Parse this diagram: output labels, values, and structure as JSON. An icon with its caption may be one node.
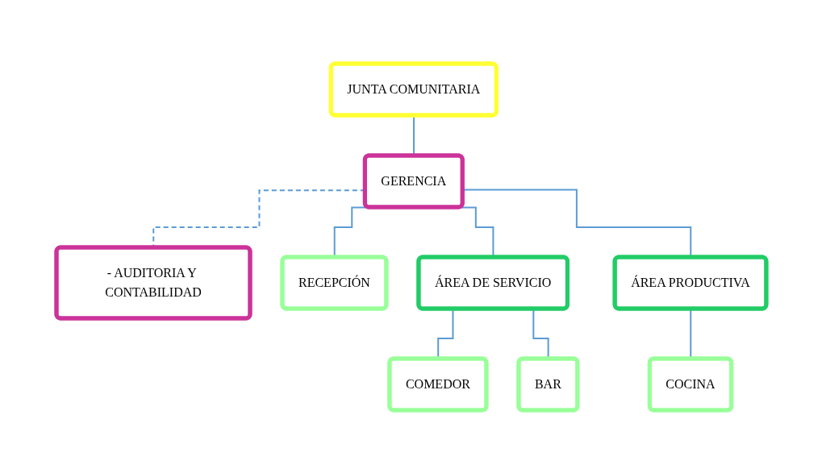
{
  "diagram": {
    "nodes": [
      {
        "text": [
          "JUNTA COMUNITARIA"
        ]
      },
      {
        "text": [
          "GERENCIA"
        ]
      },
      {
        "text": [
          "- AUDITORIA Y CONTABILIDAD"
        ]
      },
      {
        "text": [
          "RECEPCIÓN"
        ]
      },
      {
        "text": [
          "ÁREA DE SERVICIO"
        ]
      },
      {
        "text": [
          "ÁREA PRODUCTIVA"
        ]
      },
      {
        "text": [
          "COMEDOR"
        ]
      },
      {
        "text": [
          "BAR"
        ]
      },
      {
        "text": [
          "COCINA"
        ]
      }
    ],
    "edges": [
      {
        "from": 0,
        "to": 1,
        "arrow": "none"
      },
      {
        "from": 1,
        "to": 2,
        "arrow": "none",
        "style": "dashed"
      },
      {
        "from": 1,
        "to": 3,
        "arrow": "none"
      },
      {
        "from": 1,
        "to": 4,
        "arrow": "none"
      },
      {
        "from": 1,
        "to": 5,
        "arrow": "none"
      },
      {
        "from": 4,
        "to": 6,
        "arrow": "none"
      },
      {
        "from": 4,
        "to": 7,
        "arrow": "none"
      },
      {
        "from": 5,
        "to": 8,
        "arrow": "none"
      }
    ]
  }
}
